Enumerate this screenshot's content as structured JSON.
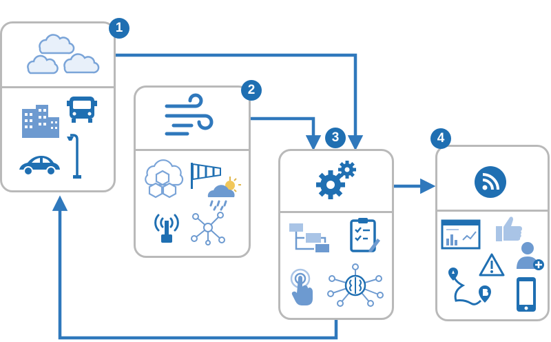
{
  "colors": {
    "primary": "#1f6fb2",
    "light": "#6d9ad0",
    "pale": "#a9c4e6",
    "border": "#b9b9b9",
    "background": "#ffffff"
  },
  "steps": [
    {
      "number": "1",
      "header_icons": [
        "cloud-icon"
      ],
      "body_icons": [
        "buildings-icon",
        "bus-icon",
        "car-icon",
        "street-lamp-icon"
      ]
    },
    {
      "number": "2",
      "header_icons": [
        "wind-icon"
      ],
      "body_icons": [
        "cubes-network-icon",
        "windsock-icon",
        "weather-cloud-sun-icon",
        "antenna-icon",
        "node-network-icon"
      ]
    },
    {
      "number": "3",
      "header_icons": [
        "gears-icon"
      ],
      "body_icons": [
        "flowchart-icon",
        "clipboard-icon",
        "touch-icon",
        "brain-network-icon"
      ]
    },
    {
      "number": "4",
      "header_icons": [
        "rss-icon"
      ],
      "body_icons": [
        "dashboard-icon",
        "thumbs-up-icon",
        "warning-icon",
        "add-user-icon",
        "route-icon",
        "smartphone-icon"
      ]
    }
  ],
  "connections": [
    {
      "from": "1",
      "to": "3"
    },
    {
      "from": "2",
      "to": "3"
    },
    {
      "from": "3",
      "to": "4"
    },
    {
      "from": "3",
      "to": "1"
    }
  ]
}
